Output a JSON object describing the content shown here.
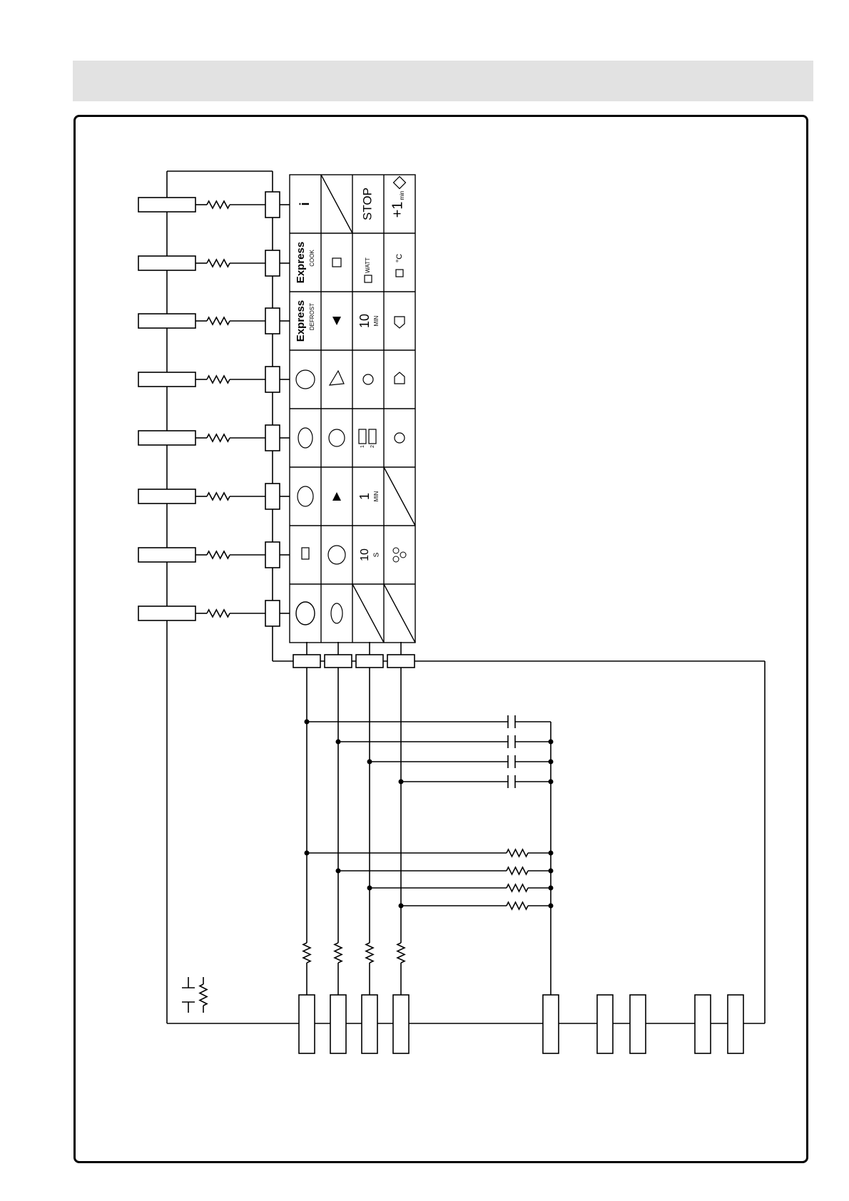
{
  "header": {
    "title": ""
  },
  "keypad": {
    "rows": [
      [
        "ⓘ",
        "",
        "STOP",
        "+1min ⌽"
      ],
      [
        "Express COOK",
        "▤",
        "✱ WATT",
        "✱ °C"
      ],
      [
        "Express DEFROST",
        "▶",
        "10 MIN",
        "⇦"
      ],
      [
        "pizza-dough",
        "pizza-slice",
        "timer",
        "⇧"
      ],
      [
        "chicken",
        "cake",
        "1 ✱✱ 2 ✱▤",
        "↺"
      ],
      [
        "bread",
        "◀",
        "1 MIN",
        ""
      ],
      [
        "beep",
        "soup",
        "10 S",
        "clock"
      ],
      [
        "rice",
        "chicken-leg",
        "",
        ""
      ]
    ],
    "labels": {
      "info": "i",
      "stop": "STOP",
      "plus1_main": "+1",
      "plus1_sub": "min",
      "express": "Express",
      "cook": "COOK",
      "defrost": "DEFROST",
      "watt": "WATT",
      "deg_c": "°C",
      "ten": "10",
      "min": "MIN",
      "one": "1",
      "sec": "S",
      "row1": "1",
      "row2": "2"
    }
  },
  "colors": {
    "line": "#000000",
    "band": "#e2e2e2"
  }
}
